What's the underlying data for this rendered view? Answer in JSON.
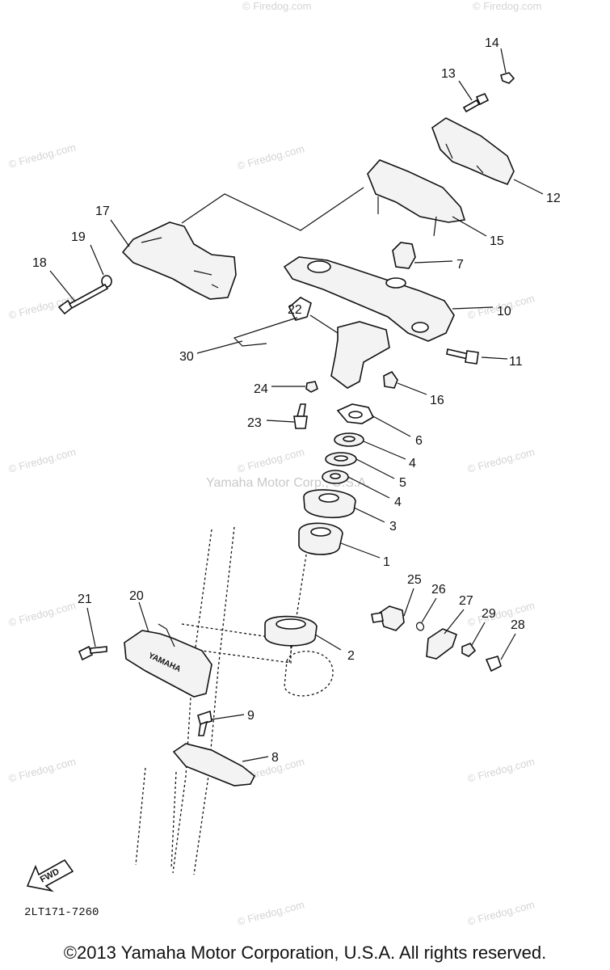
{
  "watermark": {
    "site_text": "© Firedog.com",
    "center_text": "Yamaha Motor Corp., U.S.A."
  },
  "callouts": {
    "p1": "1",
    "p2": "2",
    "p3": "3",
    "p4a": "4",
    "p4b": "4",
    "p5": "5",
    "p6": "6",
    "p7": "7",
    "p8": "8",
    "p9": "9",
    "p10": "10",
    "p11": "11",
    "p12": "12",
    "p13": "13",
    "p14": "14",
    "p15": "15",
    "p16": "16",
    "p17": "17",
    "p18": "18",
    "p19": "19",
    "p20": "20",
    "p21": "21",
    "p22": "22",
    "p23": "23",
    "p24": "24",
    "p25": "25",
    "p26": "26",
    "p27": "27",
    "p28": "28",
    "p29": "29",
    "p30": "30"
  },
  "direction_arrow_label": "FWD",
  "bracket_logo_text": "YAMAHA",
  "diagram_code": "2LT171-7260",
  "copyright": "©2013 Yamaha Motor Corporation, U.S.A. All rights reserved."
}
